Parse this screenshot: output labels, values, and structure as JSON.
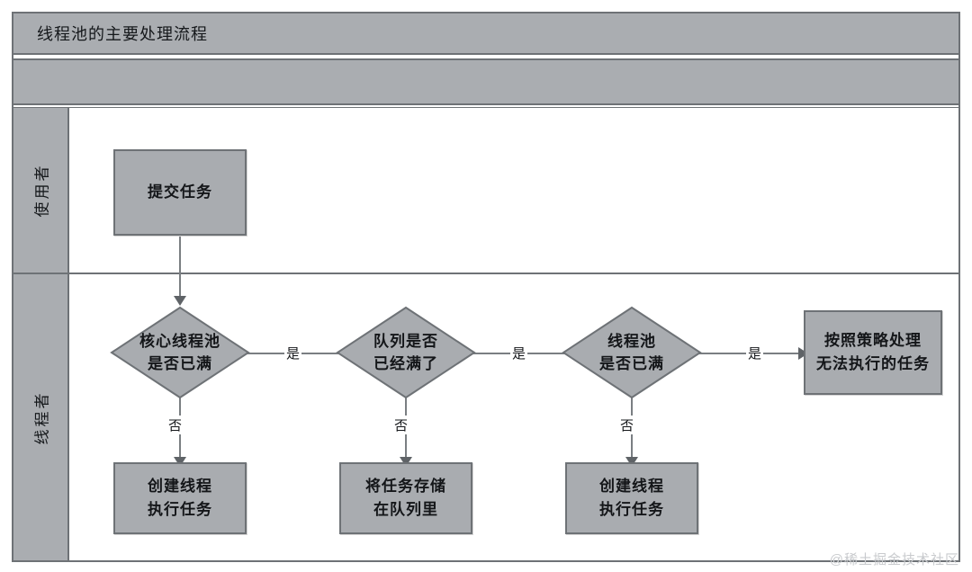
{
  "diagram": {
    "title": "线程池的主要处理流程",
    "subtitle_band": "",
    "watermark": "@稀土掘金技术社区",
    "colors": {
      "shape_fill": "#a9acb0",
      "header_fill": "#aaadb1",
      "stroke": "#6e7276",
      "connector": "#7a7e82",
      "text": "#141619",
      "canvas": "#ffffff"
    },
    "lanes": [
      {
        "id": "lane-user",
        "label": "使用者"
      },
      {
        "id": "lane-thread",
        "label": "线程者"
      }
    ],
    "nodes": [
      {
        "id": "submit-task",
        "type": "process",
        "lane": "lane-user",
        "label_lines": [
          "提交任务"
        ]
      },
      {
        "id": "core-pool-full",
        "type": "decision",
        "lane": "lane-thread",
        "label_lines": [
          "核心线程池",
          "是否已满"
        ]
      },
      {
        "id": "queue-full",
        "type": "decision",
        "lane": "lane-thread",
        "label_lines": [
          "队列是否",
          "已经满了"
        ]
      },
      {
        "id": "thread-pool-full",
        "type": "decision",
        "lane": "lane-thread",
        "label_lines": [
          "线程池",
          "是否已满"
        ]
      },
      {
        "id": "reject-policy",
        "type": "process",
        "lane": "lane-thread",
        "label_lines": [
          "按照策略处理",
          "无法执行的任务"
        ]
      },
      {
        "id": "create-thread-1",
        "type": "process",
        "lane": "lane-thread",
        "label_lines": [
          "创建线程",
          "执行任务"
        ]
      },
      {
        "id": "store-in-queue",
        "type": "process",
        "lane": "lane-thread",
        "label_lines": [
          "将任务存储",
          "在队列里"
        ]
      },
      {
        "id": "create-thread-2",
        "type": "process",
        "lane": "lane-thread",
        "label_lines": [
          "创建线程",
          "执行任务"
        ]
      }
    ],
    "edges": [
      {
        "id": "e-submit-core",
        "from": "submit-task",
        "to": "core-pool-full",
        "label": ""
      },
      {
        "id": "e-core-queue",
        "from": "core-pool-full",
        "to": "queue-full",
        "label": "是"
      },
      {
        "id": "e-queue-pool",
        "from": "queue-full",
        "to": "thread-pool-full",
        "label": "是"
      },
      {
        "id": "e-pool-reject",
        "from": "thread-pool-full",
        "to": "reject-policy",
        "label": "是"
      },
      {
        "id": "e-core-create",
        "from": "core-pool-full",
        "to": "create-thread-1",
        "label": "否"
      },
      {
        "id": "e-queue-store",
        "from": "queue-full",
        "to": "store-in-queue",
        "label": "否"
      },
      {
        "id": "e-pool-create",
        "from": "thread-pool-full",
        "to": "create-thread-2",
        "label": "否"
      }
    ]
  }
}
